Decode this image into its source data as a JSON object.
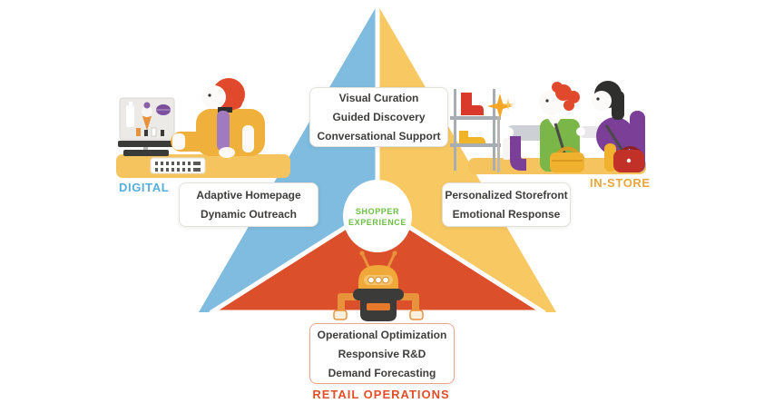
{
  "palette": {
    "digital_blue": "#7fbcdf",
    "instore_yellow": "#f8c862",
    "retail_red": "#dc4f2b",
    "accent_green": "#6cbe45",
    "label_blue": "#56aedc",
    "label_yellow": "#e9a63a",
    "label_red": "#e14e2a",
    "card_text": "#3f3e3c"
  },
  "center_badge": {
    "lines": [
      "SHOPPER",
      "EXPERIENCE"
    ]
  },
  "cards": {
    "top": {
      "lines": [
        "Visual Curation",
        "Guided Discovery",
        "Conversational Support"
      ]
    },
    "digital": {
      "lines": [
        "Adaptive Homepage",
        "Dynamic Outreach"
      ]
    },
    "instore": {
      "lines": [
        "Personalized Storefront",
        "Emotional Response"
      ]
    },
    "retail": {
      "lines": [
        "Operational Optimization",
        "Responsive R&D",
        "Demand Forecasting"
      ]
    }
  },
  "labels": {
    "digital": "DIGITAL",
    "instore": "IN-STORE",
    "retail": "RETAIL OPERATIONS"
  }
}
